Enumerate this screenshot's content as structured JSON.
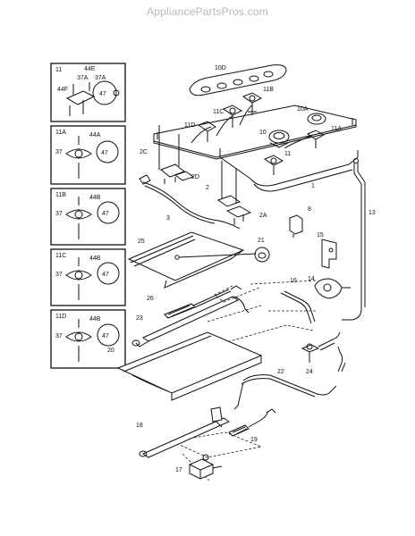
{
  "watermark": "AppliancePartsPros.com",
  "insets": [
    {
      "title": "11",
      "labels": [
        "44E",
        "37A",
        "37A",
        "44F",
        "47"
      ]
    },
    {
      "title": "11A",
      "labels": [
        "44A",
        "37",
        "47"
      ]
    },
    {
      "title": "11B",
      "labels": [
        "44B",
        "37",
        "47"
      ]
    },
    {
      "title": "11C",
      "labels": [
        "44B",
        "37",
        "47"
      ]
    },
    {
      "title": "11D",
      "labels": [
        "44B",
        "37",
        "47"
      ]
    }
  ],
  "callouts": {
    "c10D": "10D",
    "c11B": "11B",
    "c11C": "11C",
    "c11D": "11D",
    "c10A": "10A",
    "c11A": "11A",
    "c10": "10",
    "c11": "11",
    "c2C": "2C",
    "c2D": "2D",
    "c2": "2",
    "c2A": "2A",
    "c3": "3",
    "c1": "1",
    "c8": "8",
    "c13": "13",
    "c15": "15",
    "c21": "21",
    "c25": "25",
    "c16": "16",
    "c14": "14",
    "c26": "26",
    "c23": "23",
    "c20": "20",
    "c24": "24",
    "c22": "22",
    "c18": "18",
    "c19": "19",
    "c17": "17"
  }
}
